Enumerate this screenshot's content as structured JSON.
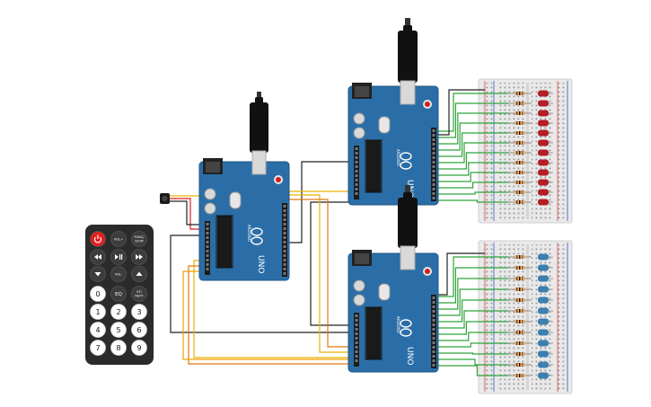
{
  "boards": [
    {
      "id": "arduino-left",
      "logo_text": "UNO",
      "brand_text": "ARDUINO"
    },
    {
      "id": "arduino-top",
      "logo_text": "UNO",
      "brand_text": "ARDUINO"
    },
    {
      "id": "arduino-bottom",
      "logo_text": "UNO",
      "brand_text": "ARDUINO"
    }
  ],
  "remote": {
    "buttons": [
      {
        "label": "",
        "icon": "power-icon"
      },
      {
        "label": "VOL+"
      },
      {
        "label": "FUNC/STOP"
      },
      {
        "label": "",
        "icon": "previous-icon"
      },
      {
        "label": "",
        "icon": "play-pause-icon"
      },
      {
        "label": "",
        "icon": "next-icon"
      },
      {
        "label": "",
        "icon": "down-icon"
      },
      {
        "label": "VOL-"
      },
      {
        "label": "",
        "icon": "up-icon"
      },
      {
        "label": "0"
      },
      {
        "label": "EQ"
      },
      {
        "label": "ST/REPT"
      },
      {
        "label": "1"
      },
      {
        "label": "2"
      },
      {
        "label": "3"
      },
      {
        "label": "4"
      },
      {
        "label": "5"
      },
      {
        "label": "6"
      },
      {
        "label": "7"
      },
      {
        "label": "8"
      },
      {
        "label": "9"
      }
    ]
  },
  "colors": {
    "board": "#2b6ea7",
    "board_dark": "#1f5585",
    "breadboard": "#e9e9e9",
    "led_top": "#b21f24",
    "led_bottom": "#3c7fb1",
    "wire_green": "#2fa33a",
    "wire_yellow": "#e6b400",
    "wire_orange": "#e07a10",
    "wire_black": "#222222",
    "wire_red": "#d81e1e",
    "remote_body": "#2b2b2b",
    "power_button": "#e02020"
  }
}
